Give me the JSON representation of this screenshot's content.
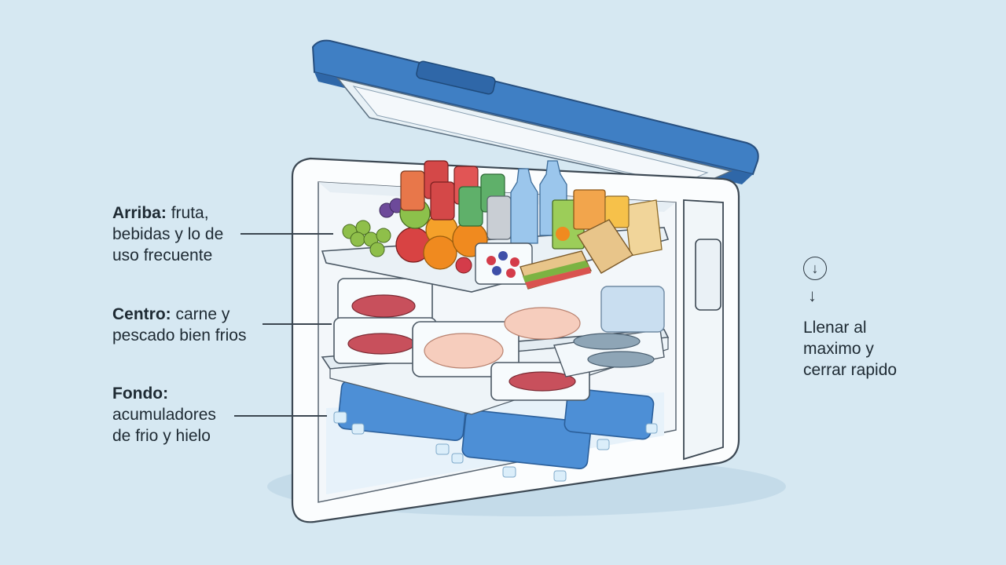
{
  "labels": {
    "top": {
      "bold": "Arriba:",
      "lines": [
        " fruta,",
        "bebidas y lo de",
        "uso frecuente"
      ]
    },
    "middle": {
      "bold": "Centro:",
      "lines": [
        " carne y",
        "pescado bien frios"
      ]
    },
    "bottom": {
      "bold": "Fondo:",
      "lines": [
        "",
        "acumuladores",
        "de frio y hielo"
      ]
    }
  },
  "tip": {
    "icon": "arrow-down-circle-icon",
    "arrow_glyph": "↓",
    "lines": [
      "Llenar al",
      "maximo y",
      "cerrar rapido"
    ]
  },
  "colors": {
    "background": "#d6e8f2",
    "lid": "#3f7fc4",
    "ice_pack": "#4d8fd6",
    "cooler_body": "#fbfdfe"
  }
}
